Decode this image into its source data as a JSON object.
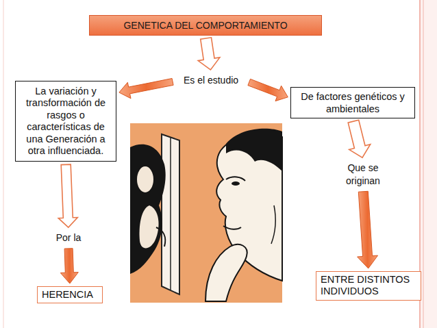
{
  "diagram": {
    "nodes": [
      {
        "text": [
          "GENETICA DEL COMPORTAMIENTO"
        ]
      },
      {
        "text": [
          "Es el estudio"
        ]
      },
      {
        "text": [
          "La variación y transformación de rasgos o características de una Generación a otra influenciada."
        ]
      },
      {
        "text": [
          "De factores genéticos y ambientales"
        ]
      },
      {
        "text": [
          "Por la"
        ]
      },
      {
        "text": [
          "HERENCIA"
        ]
      },
      {
        "text": [
          "Que se originan"
        ]
      },
      {
        "text": [
          "ENTRE DISTINTOS INDIVIDUOS"
        ]
      }
    ],
    "edges": [
      {
        "from": 0,
        "to": 1,
        "arrow": "to"
      },
      {
        "from": 1,
        "to": 2,
        "arrow": "to"
      },
      {
        "from": 1,
        "to": 3,
        "arrow": "to"
      },
      {
        "from": 2,
        "to": 4,
        "arrow": "to"
      },
      {
        "from": 4,
        "to": 5,
        "arrow": "to"
      },
      {
        "from": 3,
        "to": 6,
        "arrow": "to"
      },
      {
        "from": 6,
        "to": 7,
        "arrow": "to"
      }
    ]
  }
}
